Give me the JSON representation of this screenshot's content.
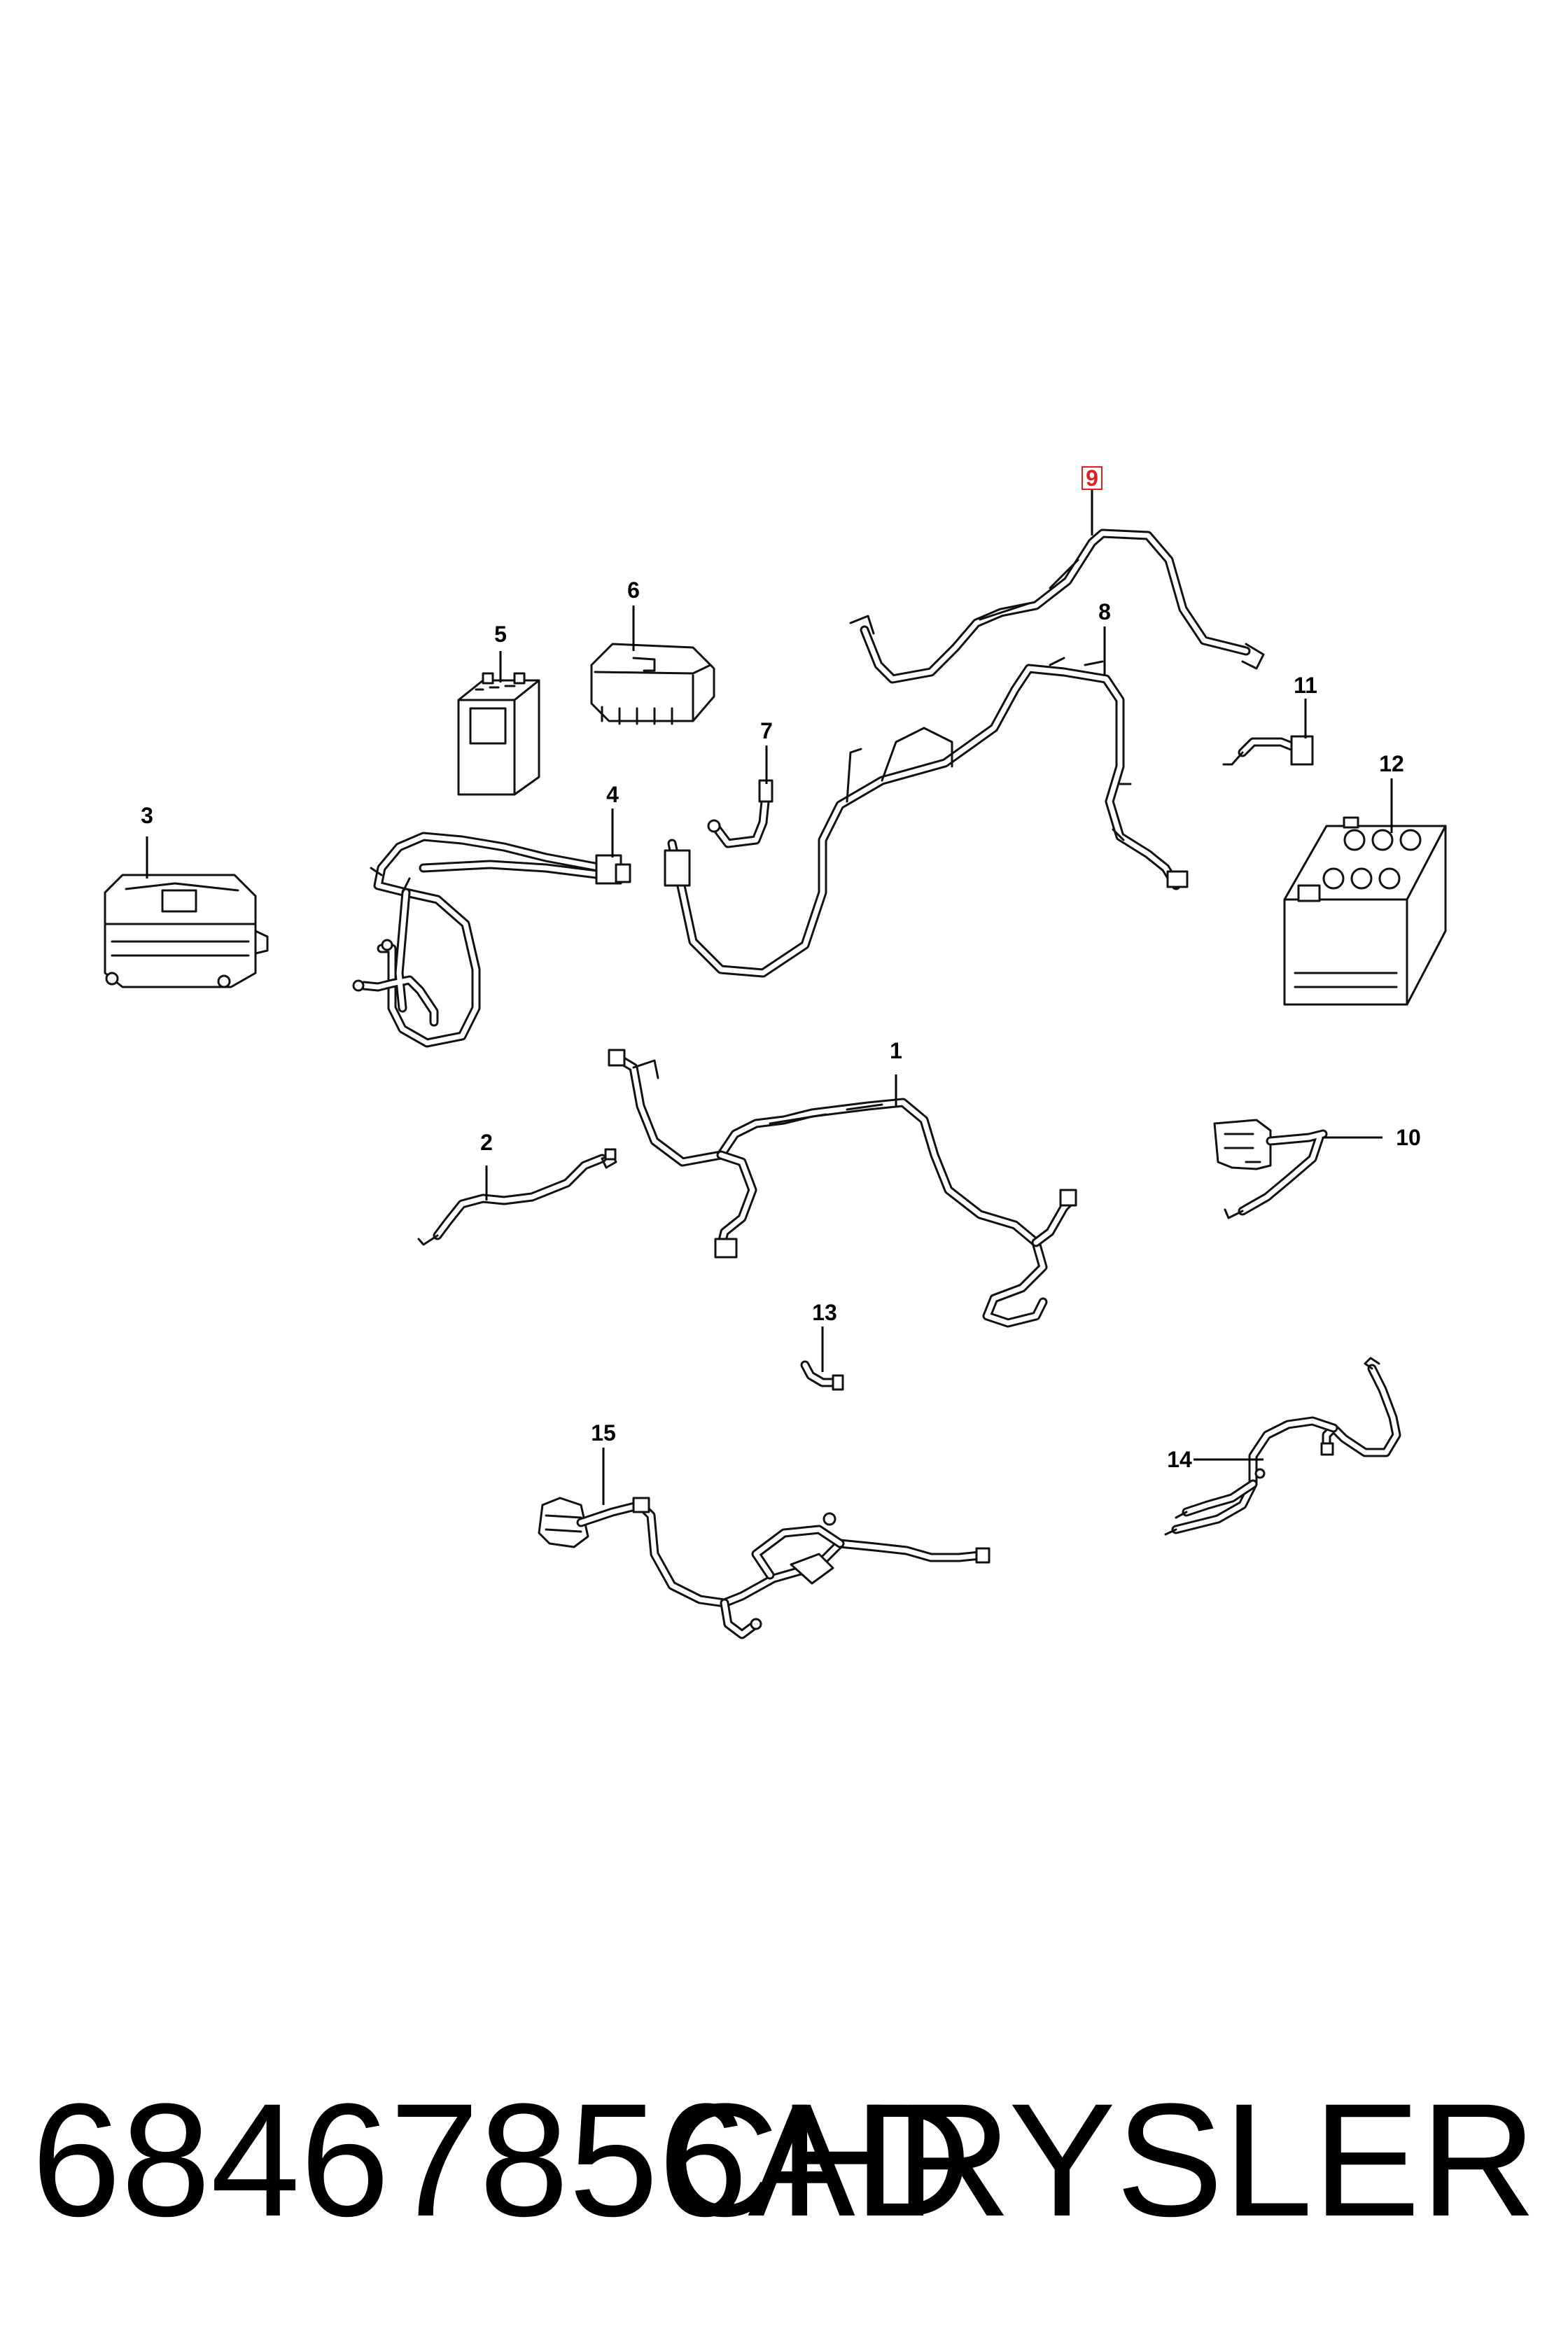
{
  "callouts": {
    "c1": "1",
    "c2": "2",
    "c3": "3",
    "c4": "4",
    "c5": "5",
    "c6": "6",
    "c7": "7",
    "c8": "8",
    "c9": "9",
    "c10": "10",
    "c11": "11",
    "c12": "12",
    "c13": "13",
    "c14": "14",
    "c15": "15"
  },
  "highlight": {
    "item": "9",
    "color": "#e02020"
  },
  "footer": {
    "part_number": "68467856AD",
    "brand": "CHRYSLER"
  }
}
